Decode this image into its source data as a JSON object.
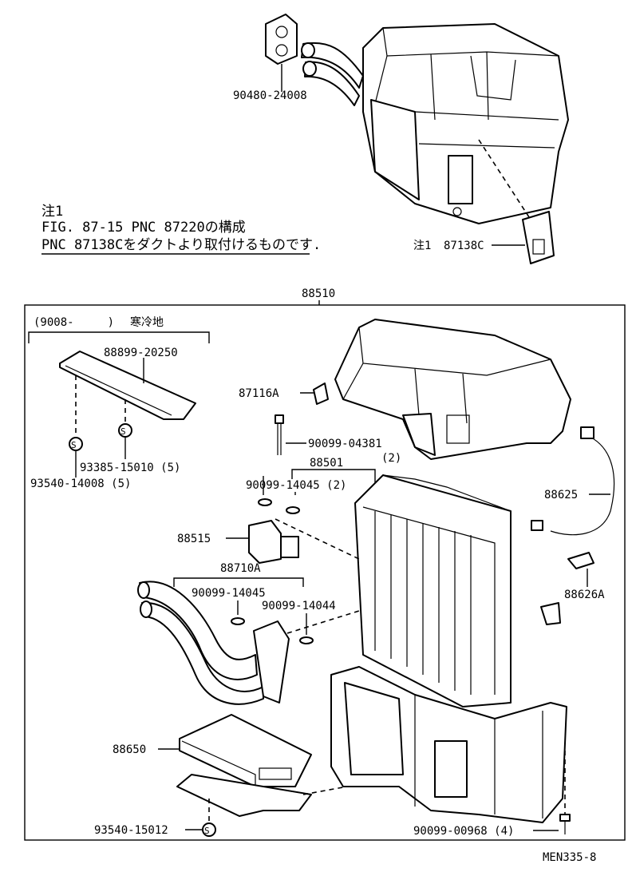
{
  "notes": {
    "heading": "注1",
    "line1": "FIG. 87-15 PNC 87220の構成",
    "line2": "PNC 87138Cをダクトより取付けるものです."
  },
  "top_labels": {
    "grommet": "90480-24008",
    "note_ref": "注1",
    "part_87138c": "87138C"
  },
  "assembly": {
    "number": "88510",
    "cold_region_bracket": "(9008-　　　)",
    "cold_region_text": "寒冷地"
  },
  "labels": {
    "p88899": "88899-20250",
    "p93385": "93385-15010 (5)",
    "p93540_14008": "93540-14008 (5)",
    "p87116a": "87116A",
    "p90099_04381": "90099-04381",
    "p90099_04381_qty": "(2)",
    "p88501": "88501",
    "p90099_14045_2": "90099-14045 (2)",
    "p88625": "88625",
    "p88515": "88515",
    "p88710a": "88710A",
    "p90099_14045": "90099-14045",
    "p90099_14044": "90099-14044",
    "p88626a": "88626A",
    "p88650": "88650",
    "p93540_15012": "93540-15012",
    "p90099_00968": "90099-00968 (4)"
  },
  "footer": {
    "code": "MEN335-8"
  }
}
